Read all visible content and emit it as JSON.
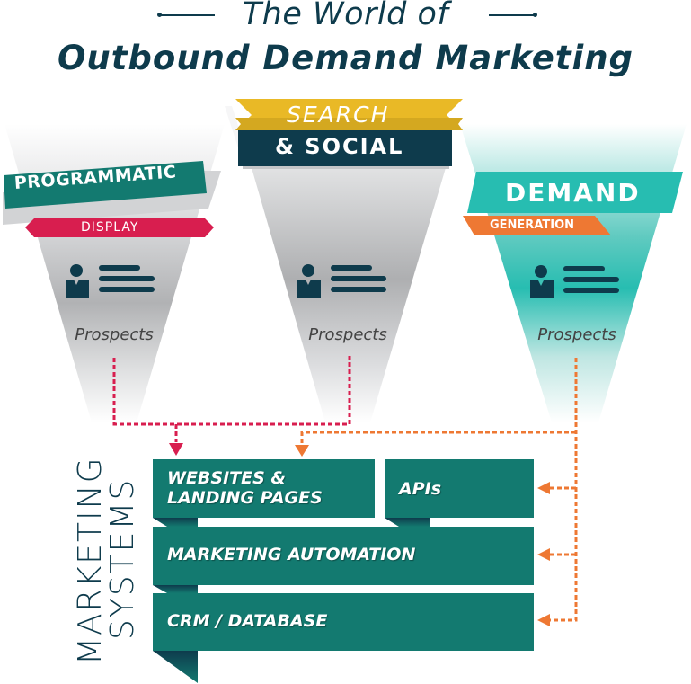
{
  "title": {
    "line1": "The World of",
    "line2": "Outbound Demand Marketing"
  },
  "colors": {
    "navy": "#0e3b4c",
    "teal_dark": "#137a70",
    "teal_bright": "#27bdb1",
    "crimson": "#d81e4f",
    "orange": "#ee7833",
    "gold": "#e9b926",
    "funnel_gray": "#b4b5b7"
  },
  "funnels": [
    {
      "id": "programmatic",
      "banner_main": "PROGRAMMATIC",
      "banner_sub": "DISPLAY",
      "icon": "prospect-profile-icon",
      "label": "Prospects"
    },
    {
      "id": "search-social",
      "banner_top": "SEARCH",
      "banner_main": "& SOCIAL",
      "icon": "prospect-profile-icon",
      "label": "Prospects"
    },
    {
      "id": "demand-generation",
      "banner_main": "DEMAND",
      "banner_sub": "GENERATION",
      "icon": "prospect-profile-icon",
      "label": "Prospects"
    }
  ],
  "systems": {
    "label_line1": "MARKETING",
    "label_line2": "SYSTEMS",
    "boxes": [
      {
        "id": "websites",
        "line1": "WEBSITES &",
        "line2": "LANDING PAGES"
      },
      {
        "id": "apis",
        "line1": "APIs"
      },
      {
        "id": "marketing-automation",
        "line1": "MARKETING AUTOMATION"
      },
      {
        "id": "crm",
        "line1": "CRM / DATABASE"
      }
    ]
  },
  "flows": [
    {
      "from": "programmatic",
      "to": "websites",
      "color": "crimson",
      "style": "dotted"
    },
    {
      "from": "search-social",
      "to": "websites",
      "color": "crimson",
      "style": "dotted"
    },
    {
      "from": "demand-generation",
      "to": "websites",
      "color": "orange",
      "style": "dotted"
    },
    {
      "from": "demand-generation",
      "to": "apis",
      "color": "orange",
      "style": "dotted"
    },
    {
      "from": "demand-generation",
      "to": "marketing-automation",
      "color": "orange",
      "style": "dotted"
    },
    {
      "from": "demand-generation",
      "to": "crm",
      "color": "orange",
      "style": "dotted"
    }
  ]
}
